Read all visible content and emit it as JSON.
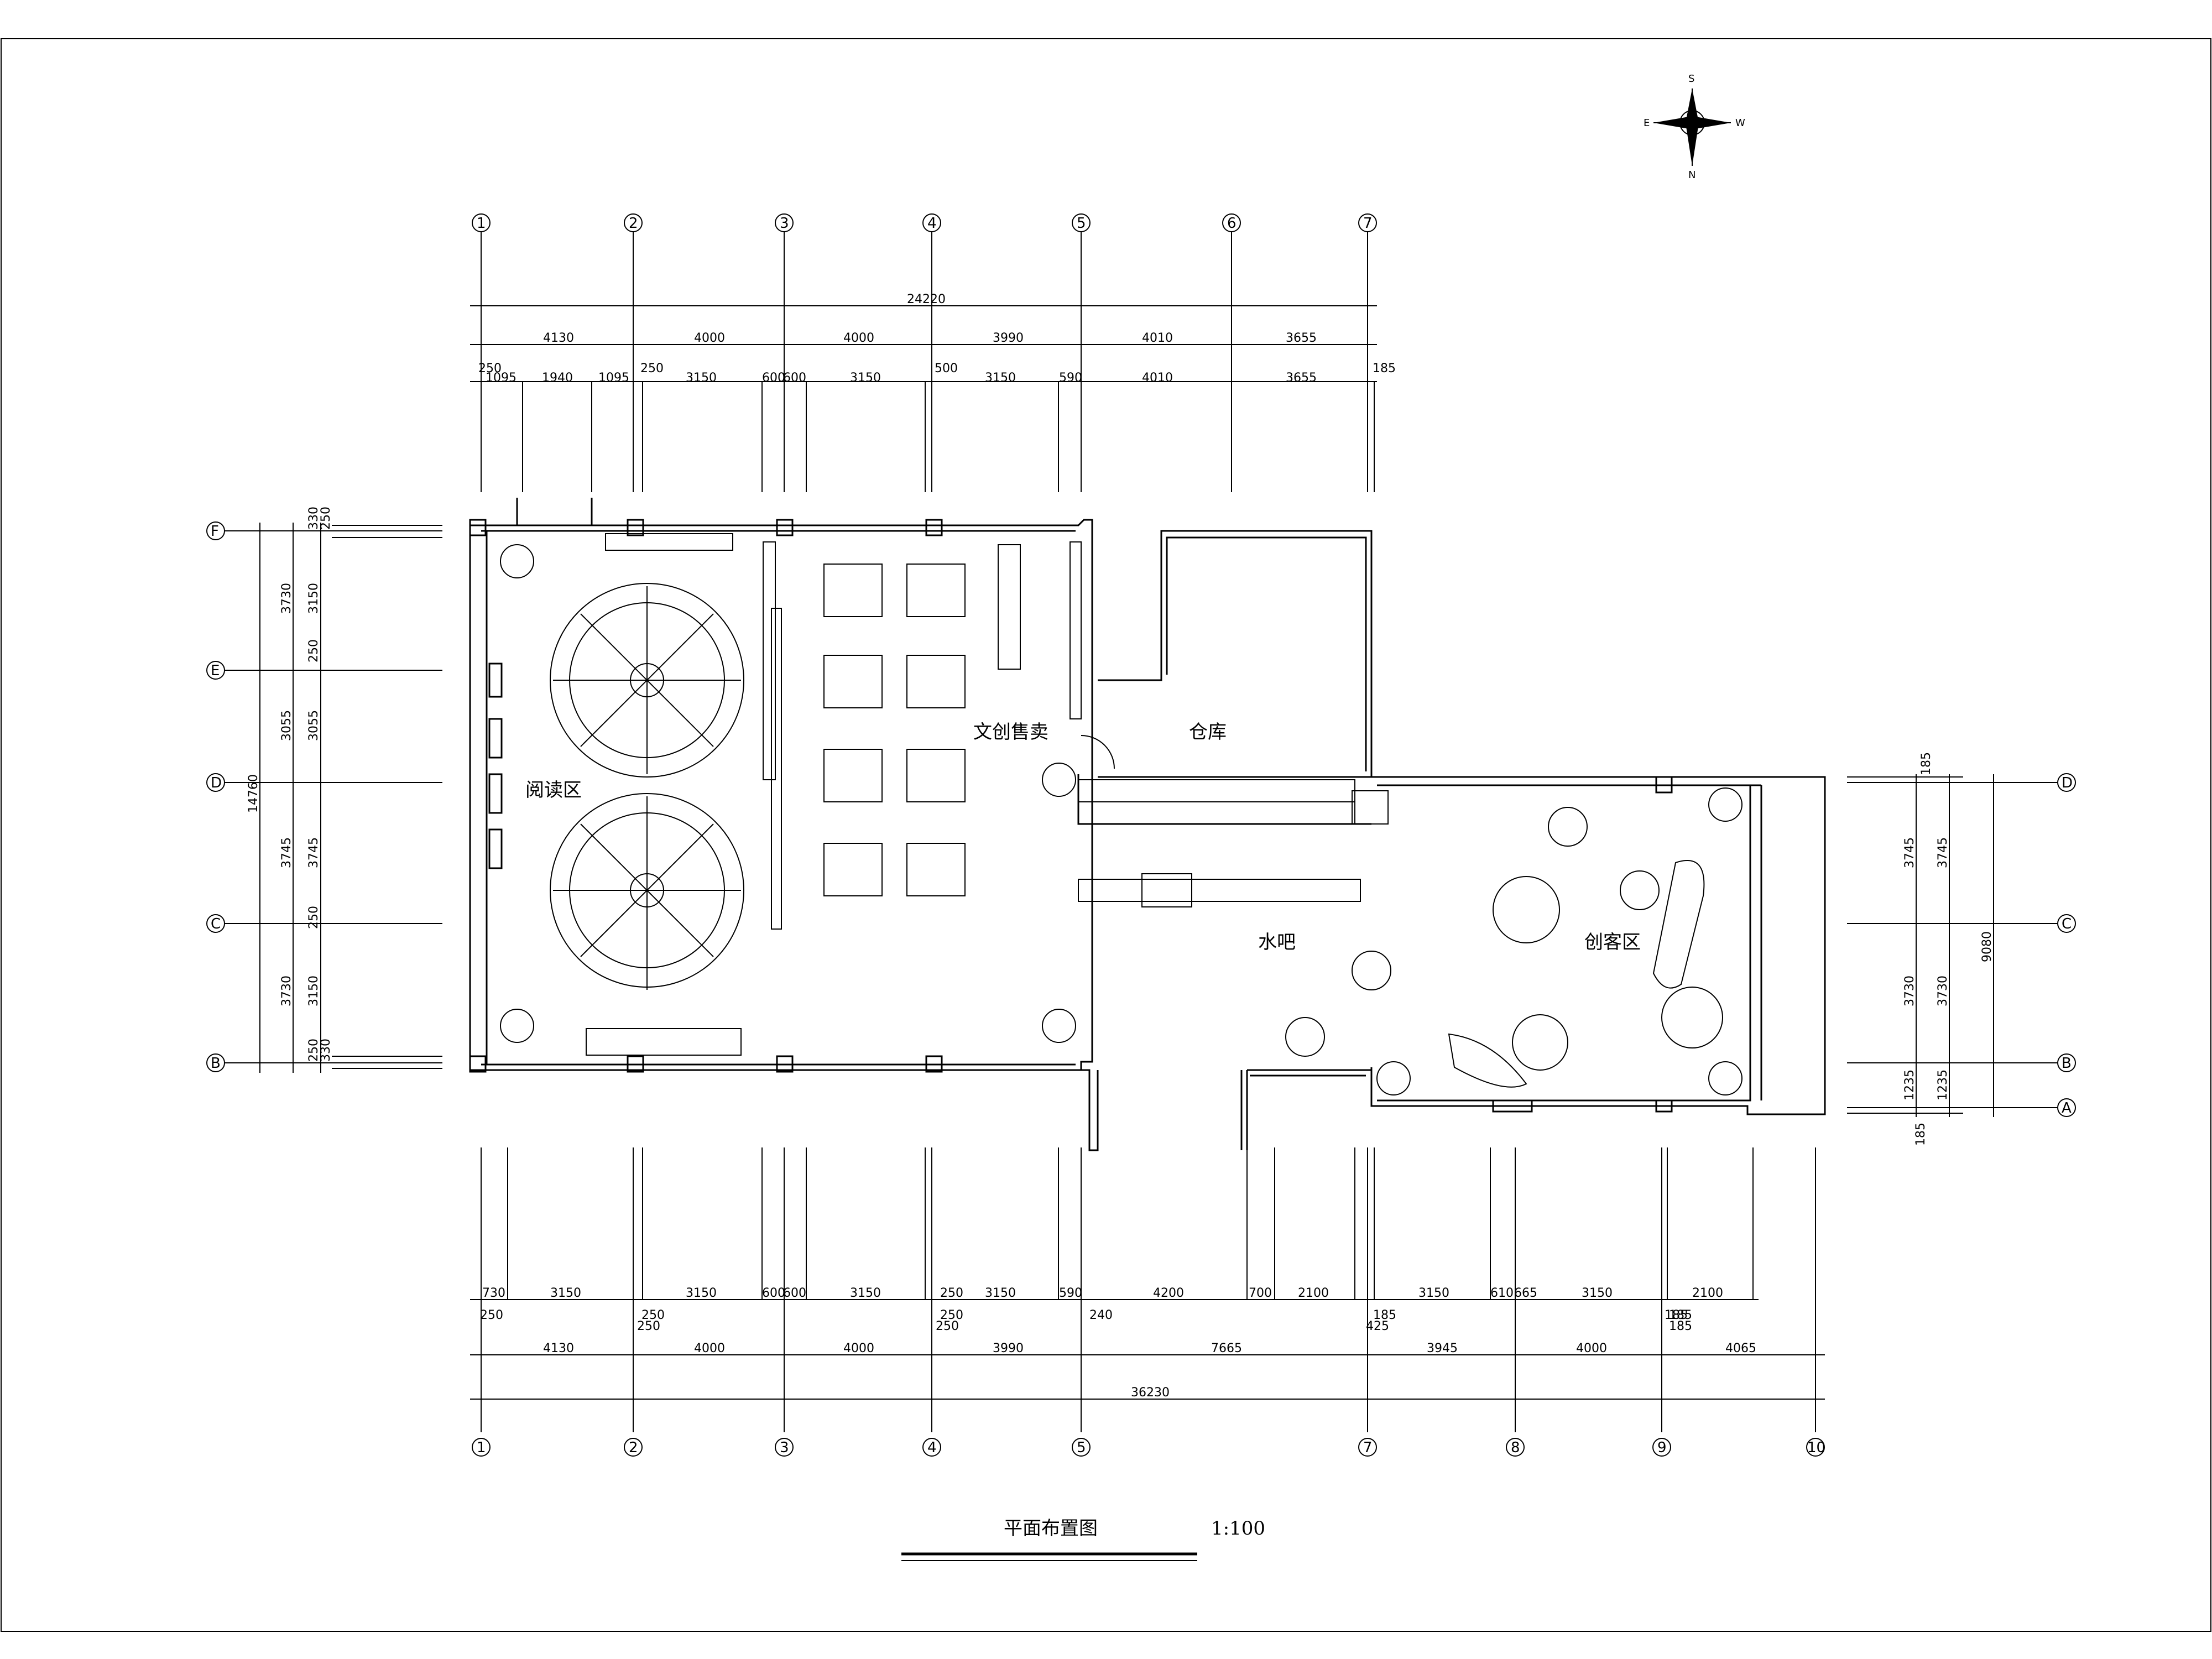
{
  "drawing": {
    "title": "平面布置图",
    "scale": "1:100",
    "rooms": {
      "reading": "阅读区",
      "cultural_sales": "文创售卖",
      "warehouse": "仓库",
      "water_bar": "水吧",
      "maker": "创客区"
    },
    "compass": {
      "n": "N",
      "s": "S",
      "e": "E",
      "w": "W"
    }
  },
  "grid": {
    "top_axes": [
      "1",
      "2",
      "3",
      "4",
      "5",
      "6",
      "7"
    ],
    "bottom_axes": [
      "1",
      "2",
      "3",
      "4",
      "5",
      "7",
      "8",
      "9",
      "10"
    ],
    "left_axes": [
      "F",
      "E",
      "D",
      "C",
      "B"
    ],
    "right_axes": [
      "D",
      "C",
      "B",
      "A"
    ]
  },
  "dims": {
    "top_total": "24220",
    "top_row2": [
      "4130",
      "4000",
      "4000",
      "3990",
      "4010",
      "3655"
    ],
    "top_row3": [
      "250",
      "1095",
      "1940",
      "1095",
      "250",
      "3150",
      "600",
      "600",
      "3150",
      "500",
      "3150",
      "590",
      "4010",
      "3655",
      "185"
    ],
    "bottom_row1": [
      "730",
      "3150",
      "3150",
      "600",
      "600",
      "3150",
      "250",
      "3150",
      "590",
      "4200",
      "700",
      "2100",
      "185",
      "3150",
      "610",
      "665",
      "3150",
      "185",
      "2100"
    ],
    "bottom_row1b": [
      "250",
      "250",
      "250",
      "250",
      "250",
      "240",
      "425",
      "185",
      "185"
    ],
    "bottom_row2": [
      "4130",
      "4000",
      "4000",
      "3990",
      "7665",
      "3945",
      "4000",
      "4065"
    ],
    "bottom_total": "36230",
    "left_outer": [
      "3730",
      "3055",
      "3745",
      "3730"
    ],
    "left_total": "14760",
    "left_inner": [
      "330",
      "250",
      "3150",
      "250",
      "3055",
      "3745",
      "250",
      "3150",
      "250",
      "330"
    ],
    "right_outer": [
      "3745",
      "3730",
      "1235"
    ],
    "right_total": "9080",
    "right_inner": [
      "185",
      "3745",
      "3730",
      "1235",
      "185"
    ]
  }
}
